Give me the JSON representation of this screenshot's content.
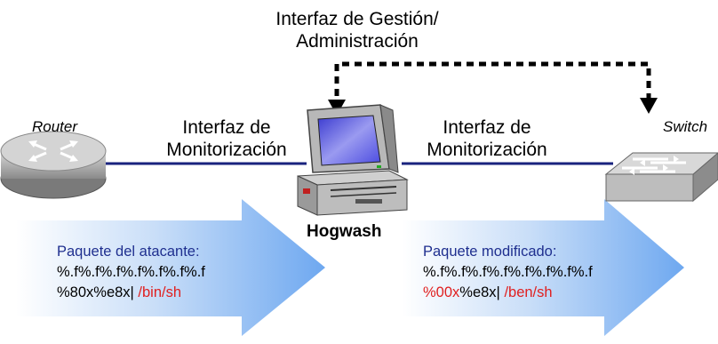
{
  "management_interface": {
    "line1": "Interfaz de Gestión/",
    "line2": "Administración"
  },
  "monitor_left": {
    "line1": "Interfaz de",
    "line2": "Monitorización"
  },
  "monitor_right": {
    "line1": "Interfaz de",
    "line2": "Monitorización"
  },
  "router_label": "Router",
  "switch_label": "Switch",
  "hogwash_label": "Hogwash",
  "attacker_packet": {
    "title": "Paquete del atacante:",
    "line1": "%.f%.f%.f%.f%.f%.f%.f",
    "line2_part1": "%80x%e8x| ",
    "line2_part2": "/bin/sh"
  },
  "modified_packet": {
    "title": "Paquete modificado:",
    "line1": "%.f%.f%.f%.f%.f%.f%.f%.f",
    "line2_part1": "%00x",
    "line2_part2": "%e8x| ",
    "line2_part3": "/ben/sh"
  },
  "colors": {
    "network_line": "#1a237e",
    "packet_title": "#1f2f8f",
    "modified_text": "#e02020",
    "arrow": "#6ea8f0"
  },
  "icons": [
    "router-icon",
    "computer-icon",
    "switch-icon"
  ]
}
